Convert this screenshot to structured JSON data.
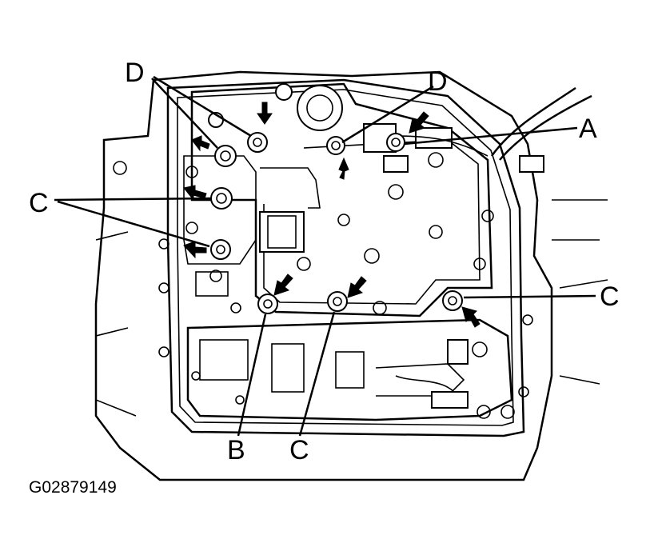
{
  "figure_code": "G02879149",
  "callouts": {
    "a": "A",
    "b": "B",
    "c": "C",
    "d": "D"
  }
}
